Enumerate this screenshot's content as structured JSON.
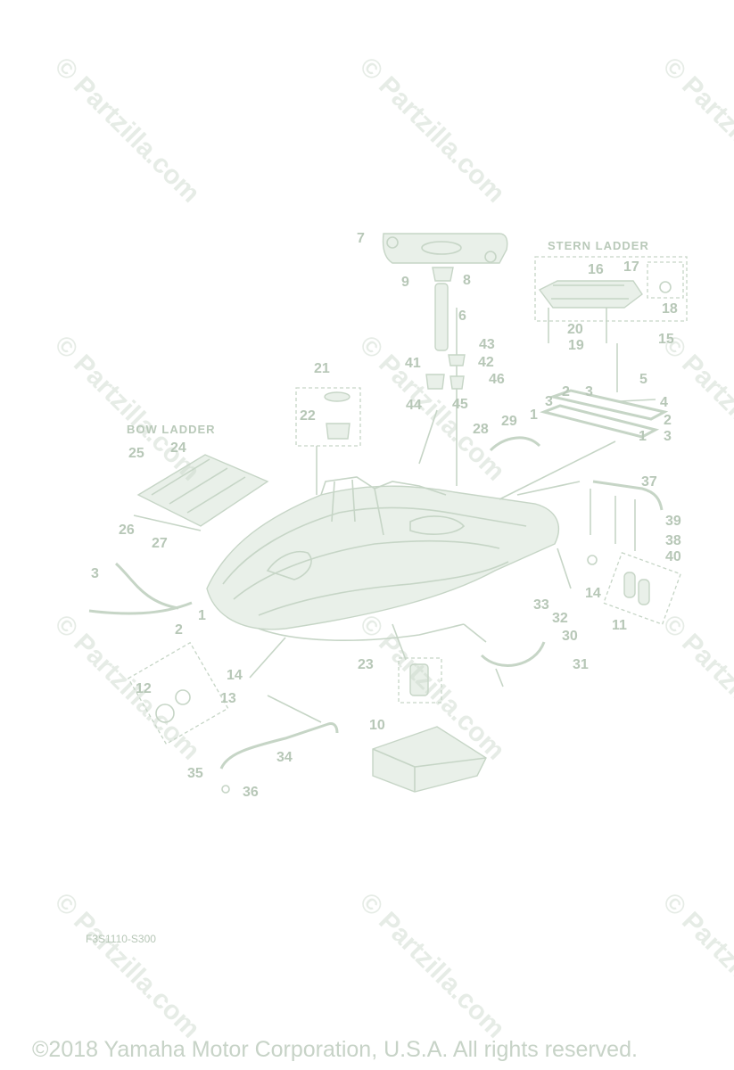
{
  "watermark": "© Partzilla.com",
  "sections": {
    "stern_ladder": "STERN LADDER",
    "bow_ladder": "BOW LADDER"
  },
  "callouts": [
    "1",
    "2",
    "3",
    "4",
    "5",
    "6",
    "7",
    "8",
    "9",
    "10",
    "11",
    "12",
    "13",
    "14",
    "15",
    "16",
    "17",
    "18",
    "19",
    "20",
    "21",
    "22",
    "23",
    "24",
    "25",
    "26",
    "27",
    "28",
    "29",
    "30",
    "31",
    "32",
    "33",
    "34",
    "35",
    "36",
    "37",
    "38",
    "39",
    "40",
    "41",
    "42",
    "43",
    "44",
    "45",
    "46"
  ],
  "diagram_code": "F3S1110-S300",
  "copyright": "©2018  Yamaha Motor Corporation, U.S.A. All rights reserved.",
  "colors": {
    "line": "#c6d5c6",
    "text": "#b7c7b7",
    "watermark": "#c8d4c8"
  }
}
